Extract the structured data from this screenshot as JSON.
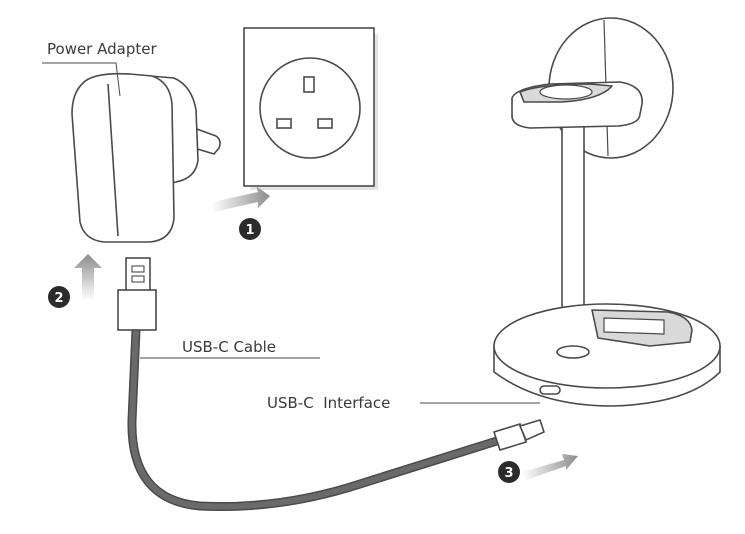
{
  "labels": {
    "power_adapter": "Power Adapter",
    "usb_c_cable": "USB-C Cable",
    "usb_c_interface": "USB-C  Interface"
  },
  "steps": [
    "1",
    "2",
    "3"
  ],
  "colors": {
    "line": "#4a4a4a",
    "fill": "#ffffff",
    "shade": "#d9d9d9",
    "cable": "#5e5e5e",
    "arrow": "#8c8c8c",
    "step_badge": "#2b2b2b"
  }
}
